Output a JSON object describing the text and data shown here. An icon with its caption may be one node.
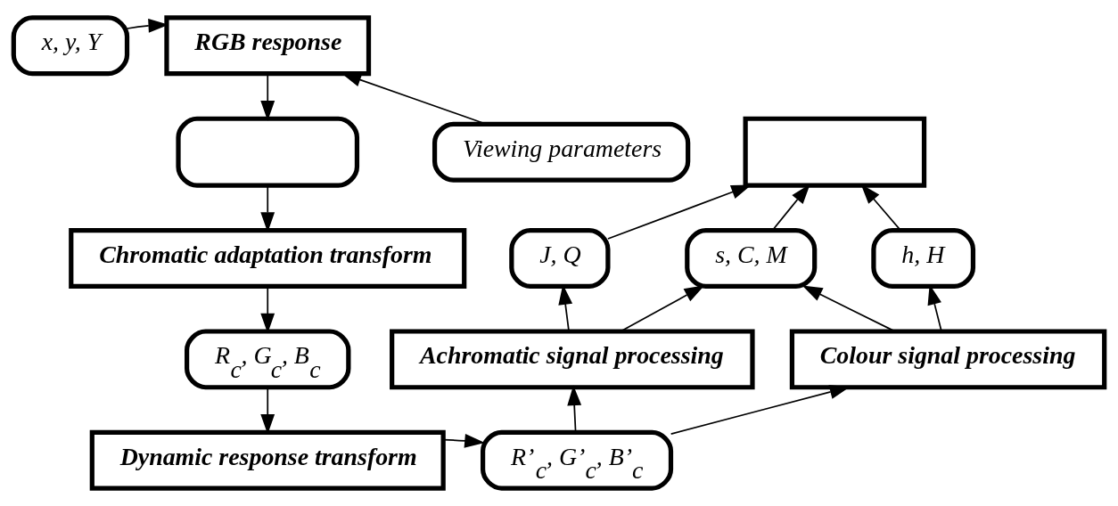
{
  "diagram": {
    "nodes": [
      {
        "text": [
          "RGB response"
        ]
      },
      {
        "text": [
          "x, y, Y"
        ]
      },
      {
        "text": [
          "Viewing parameters"
        ]
      },
      {
        "text": [],
        "shape": "box"
      },
      {
        "text": [
          "Chromatic adaptation transform"
        ]
      },
      {
        "text": [
          "R$_{c}$, G$_{c}$, B$_{c}$"
        ]
      },
      {
        "text": [
          "Dynamic response transform"
        ]
      },
      {
        "text": [],
        "shape": "box"
      },
      {
        "text": [
          "J, Q"
        ]
      },
      {
        "text": [
          "s, C, M"
        ]
      },
      {
        "text": [
          "h, H"
        ]
      },
      {
        "text": [
          "Achromatic signal processing"
        ]
      },
      {
        "text": [
          "Colour signal processing"
        ]
      },
      {
        "text": [
          "R’$_{c}$, G’$_{c}$, B’$_{c}$"
        ]
      }
    ],
    "edges": [
      {
        "from": 1,
        "to": 0,
        "arrow": "to"
      },
      {
        "from": 2,
        "to": 0,
        "arrow": "to"
      },
      {
        "from": 0,
        "to": 3,
        "arrow": "to"
      },
      {
        "from": 3,
        "to": 4,
        "arrow": "to"
      },
      {
        "from": 4,
        "to": 5,
        "arrow": "to"
      },
      {
        "from": 5,
        "to": 6,
        "arrow": "to"
      },
      {
        "from": 6,
        "to": 13,
        "arrow": "to"
      },
      {
        "from": 13,
        "to": 11,
        "arrow": "to"
      },
      {
        "from": 13,
        "to": 12,
        "arrow": "to"
      },
      {
        "from": 11,
        "to": 8,
        "arrow": "to"
      },
      {
        "from": 11,
        "to": 9,
        "arrow": "to"
      },
      {
        "from": 12,
        "to": 9,
        "arrow": "to"
      },
      {
        "from": 12,
        "to": 10,
        "arrow": "to"
      },
      {
        "from": 8,
        "to": 7,
        "arrow": "to"
      },
      {
        "from": 9,
        "to": 7,
        "arrow": "to"
      },
      {
        "from": 10,
        "to": 7,
        "arrow": "to"
      }
    ]
  }
}
